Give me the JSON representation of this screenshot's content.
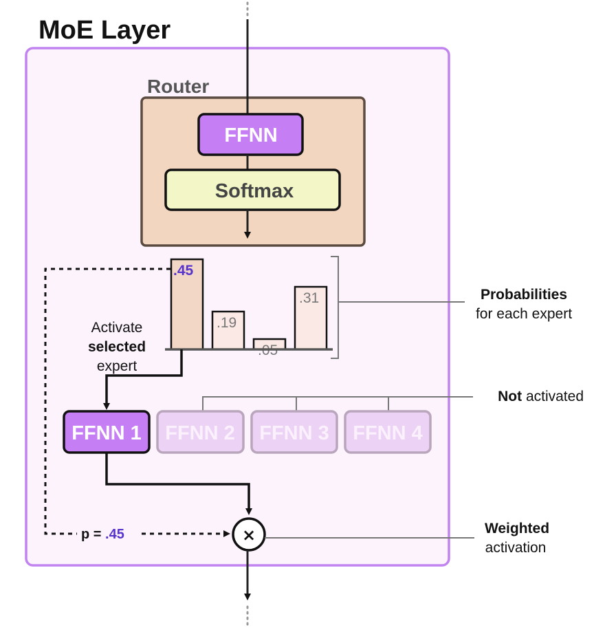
{
  "title": "MoE Layer",
  "router": {
    "label": "Router",
    "ffnn_label": "FFNN",
    "softmax_label": "Softmax"
  },
  "probabilities": {
    "values": [
      {
        "label": ".45",
        "value": 0.45,
        "selected": true
      },
      {
        "label": ".19",
        "value": 0.19,
        "selected": false
      },
      {
        "label": ".05",
        "value": 0.05,
        "selected": false
      },
      {
        "label": ".31",
        "value": 0.31,
        "selected": false
      }
    ],
    "caption_bold": "Probabilities",
    "caption_rest": "for each expert"
  },
  "activate_note": {
    "line1": "Activate",
    "line2_bold": "selected",
    "line3": "expert"
  },
  "experts": [
    {
      "label": "FFNN 1",
      "active": true
    },
    {
      "label": "FFNN 2",
      "active": false
    },
    {
      "label": "FFNN 3",
      "active": false
    },
    {
      "label": "FFNN 4",
      "active": false
    }
  ],
  "not_activated": {
    "bold": "Not",
    "rest": " activated"
  },
  "weight": {
    "p_prefix": "p = ",
    "p_value": ".45",
    "multiply_symbol": "×"
  },
  "weighted_activation": {
    "line1_bold": "Weighted",
    "line2": "activation"
  },
  "colors": {
    "layer_border": "#c183f0",
    "layer_fill": "#fdf3fd",
    "router_fill": "#f2d6c0",
    "router_border": "#5a4a40",
    "ffnn_fill": "#c67ef4",
    "softmax_fill": "#f3f6c6",
    "selected_bar": "#f3d7c6",
    "other_bar": "#fbe9e5",
    "inactive_fill": "#ecd3f5",
    "inactive_border": "#b9a6bd",
    "accent_text": "#5533cc"
  }
}
